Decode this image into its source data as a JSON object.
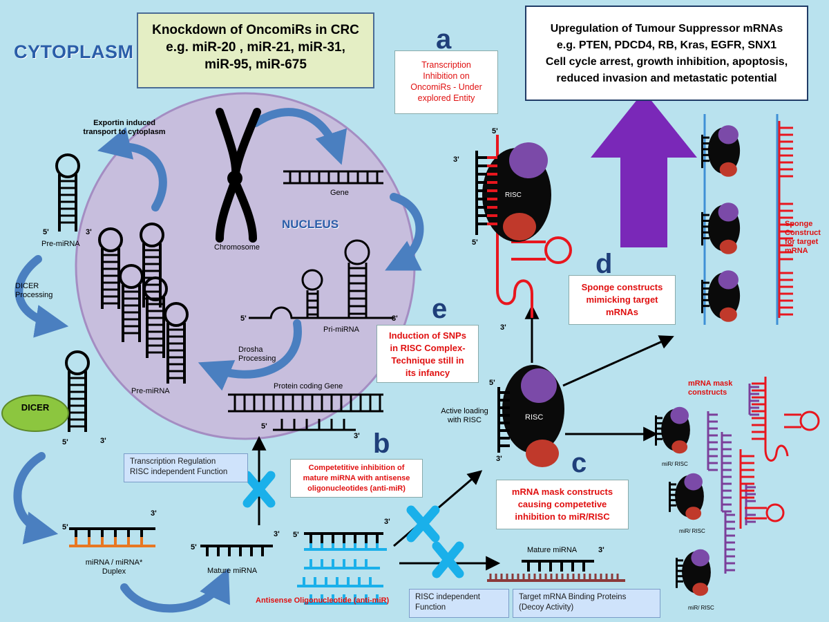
{
  "title": "CYTOPLASM",
  "nucleus_label": "NUCLEUS",
  "knockdown_box": {
    "lines": [
      "Knockdown of OncomiRs in CRC",
      "e.g. miR-20 , miR-21, miR-31,",
      "miR-95, miR-675"
    ]
  },
  "upregulation_box": {
    "lines": [
      "Upregulation of  Tumour Suppressor mRNAs",
      "e.g.  PTEN, PDCD4, RB, Kras, EGFR, SNX1",
      "Cell cycle arrest, growth inhibition, apoptosis,",
      "reduced invasion and metastatic potential"
    ]
  },
  "letters": {
    "a": "a",
    "b": "b",
    "c": "c",
    "d": "d",
    "e": "e"
  },
  "callouts": {
    "a": [
      "Transcription",
      "Inhibition on",
      "OncomiRs -  Under",
      "explored Entity"
    ],
    "e": [
      "Induction of SNPs",
      "in RISC Complex-",
      "Technique still in",
      "its infancy"
    ],
    "d": [
      "Sponge constructs",
      "mimicking target",
      "mRNAs"
    ],
    "b": [
      "Competetitive inhibition of",
      "mature miRNA with antisense",
      "oligonucleotides (anti-miR)"
    ],
    "c": [
      "mRNA mask constructs",
      "causing competetive",
      "inhibition to miR/RISC"
    ]
  },
  "notes": {
    "transcription_regulation": [
      "Transcription Regulation",
      "RISC  independent Function"
    ],
    "risc_independent": [
      "RISC independent",
      "Function"
    ],
    "target_binding": [
      "Target mRNA Binding Proteins",
      "(Decoy Activity)"
    ]
  },
  "labels": {
    "exportin": [
      "Exportin induced",
      "transport to cytoplasm"
    ],
    "gene": "Gene",
    "chromosome": "Chromosome",
    "pre_mirna_top": "Pre-miRNA",
    "dicer_processing": [
      "DICER",
      "Processing"
    ],
    "pri_mirna": "Pri-miRNA",
    "drosha": [
      "Drosha",
      "Processing"
    ],
    "pre_mirna_nucleus": "Pre-miRNA",
    "protein_coding_gene": "Protein coding Gene",
    "dicer": "DICER",
    "duplex": [
      "miRNA / miRNA*",
      "Duplex"
    ],
    "mature_mirna": "Mature miRNA",
    "mature_mirna_right": "Mature miRNA",
    "antisense": "Antisense Oligonucleotide (anti-miR)",
    "active_loading": [
      "Active loading",
      "with RISC"
    ],
    "risc": "RISC",
    "sponge_construct": [
      "Sponge",
      "Construct",
      "for target",
      "mRNA"
    ],
    "mrna_mask": [
      "mRNA mask",
      "constructs"
    ],
    "mir_risc": "miR/ RISC",
    "five_prime": "5'",
    "three_prime": "3'"
  },
  "colors": {
    "background": "#b9e2ee",
    "nucleus_fill": "#c7bedd",
    "arrow_blue": "#4a7fc0",
    "purple_arrow": "#7a28b8",
    "risc_black": "#0a0a0a",
    "risc_purple": "#7b4aa8",
    "risc_red": "#c0392b",
    "mrna_red": "#e8161e",
    "antisense_blue": "#1ab0ea",
    "mask_purple": "#7b3f9a",
    "duplex_orange": "#e87722",
    "decoy_brown": "#8b3a3a",
    "dicer_green": "#8cc63f",
    "x_blue": "#1ab0ea",
    "callout_red": "#e01010"
  }
}
